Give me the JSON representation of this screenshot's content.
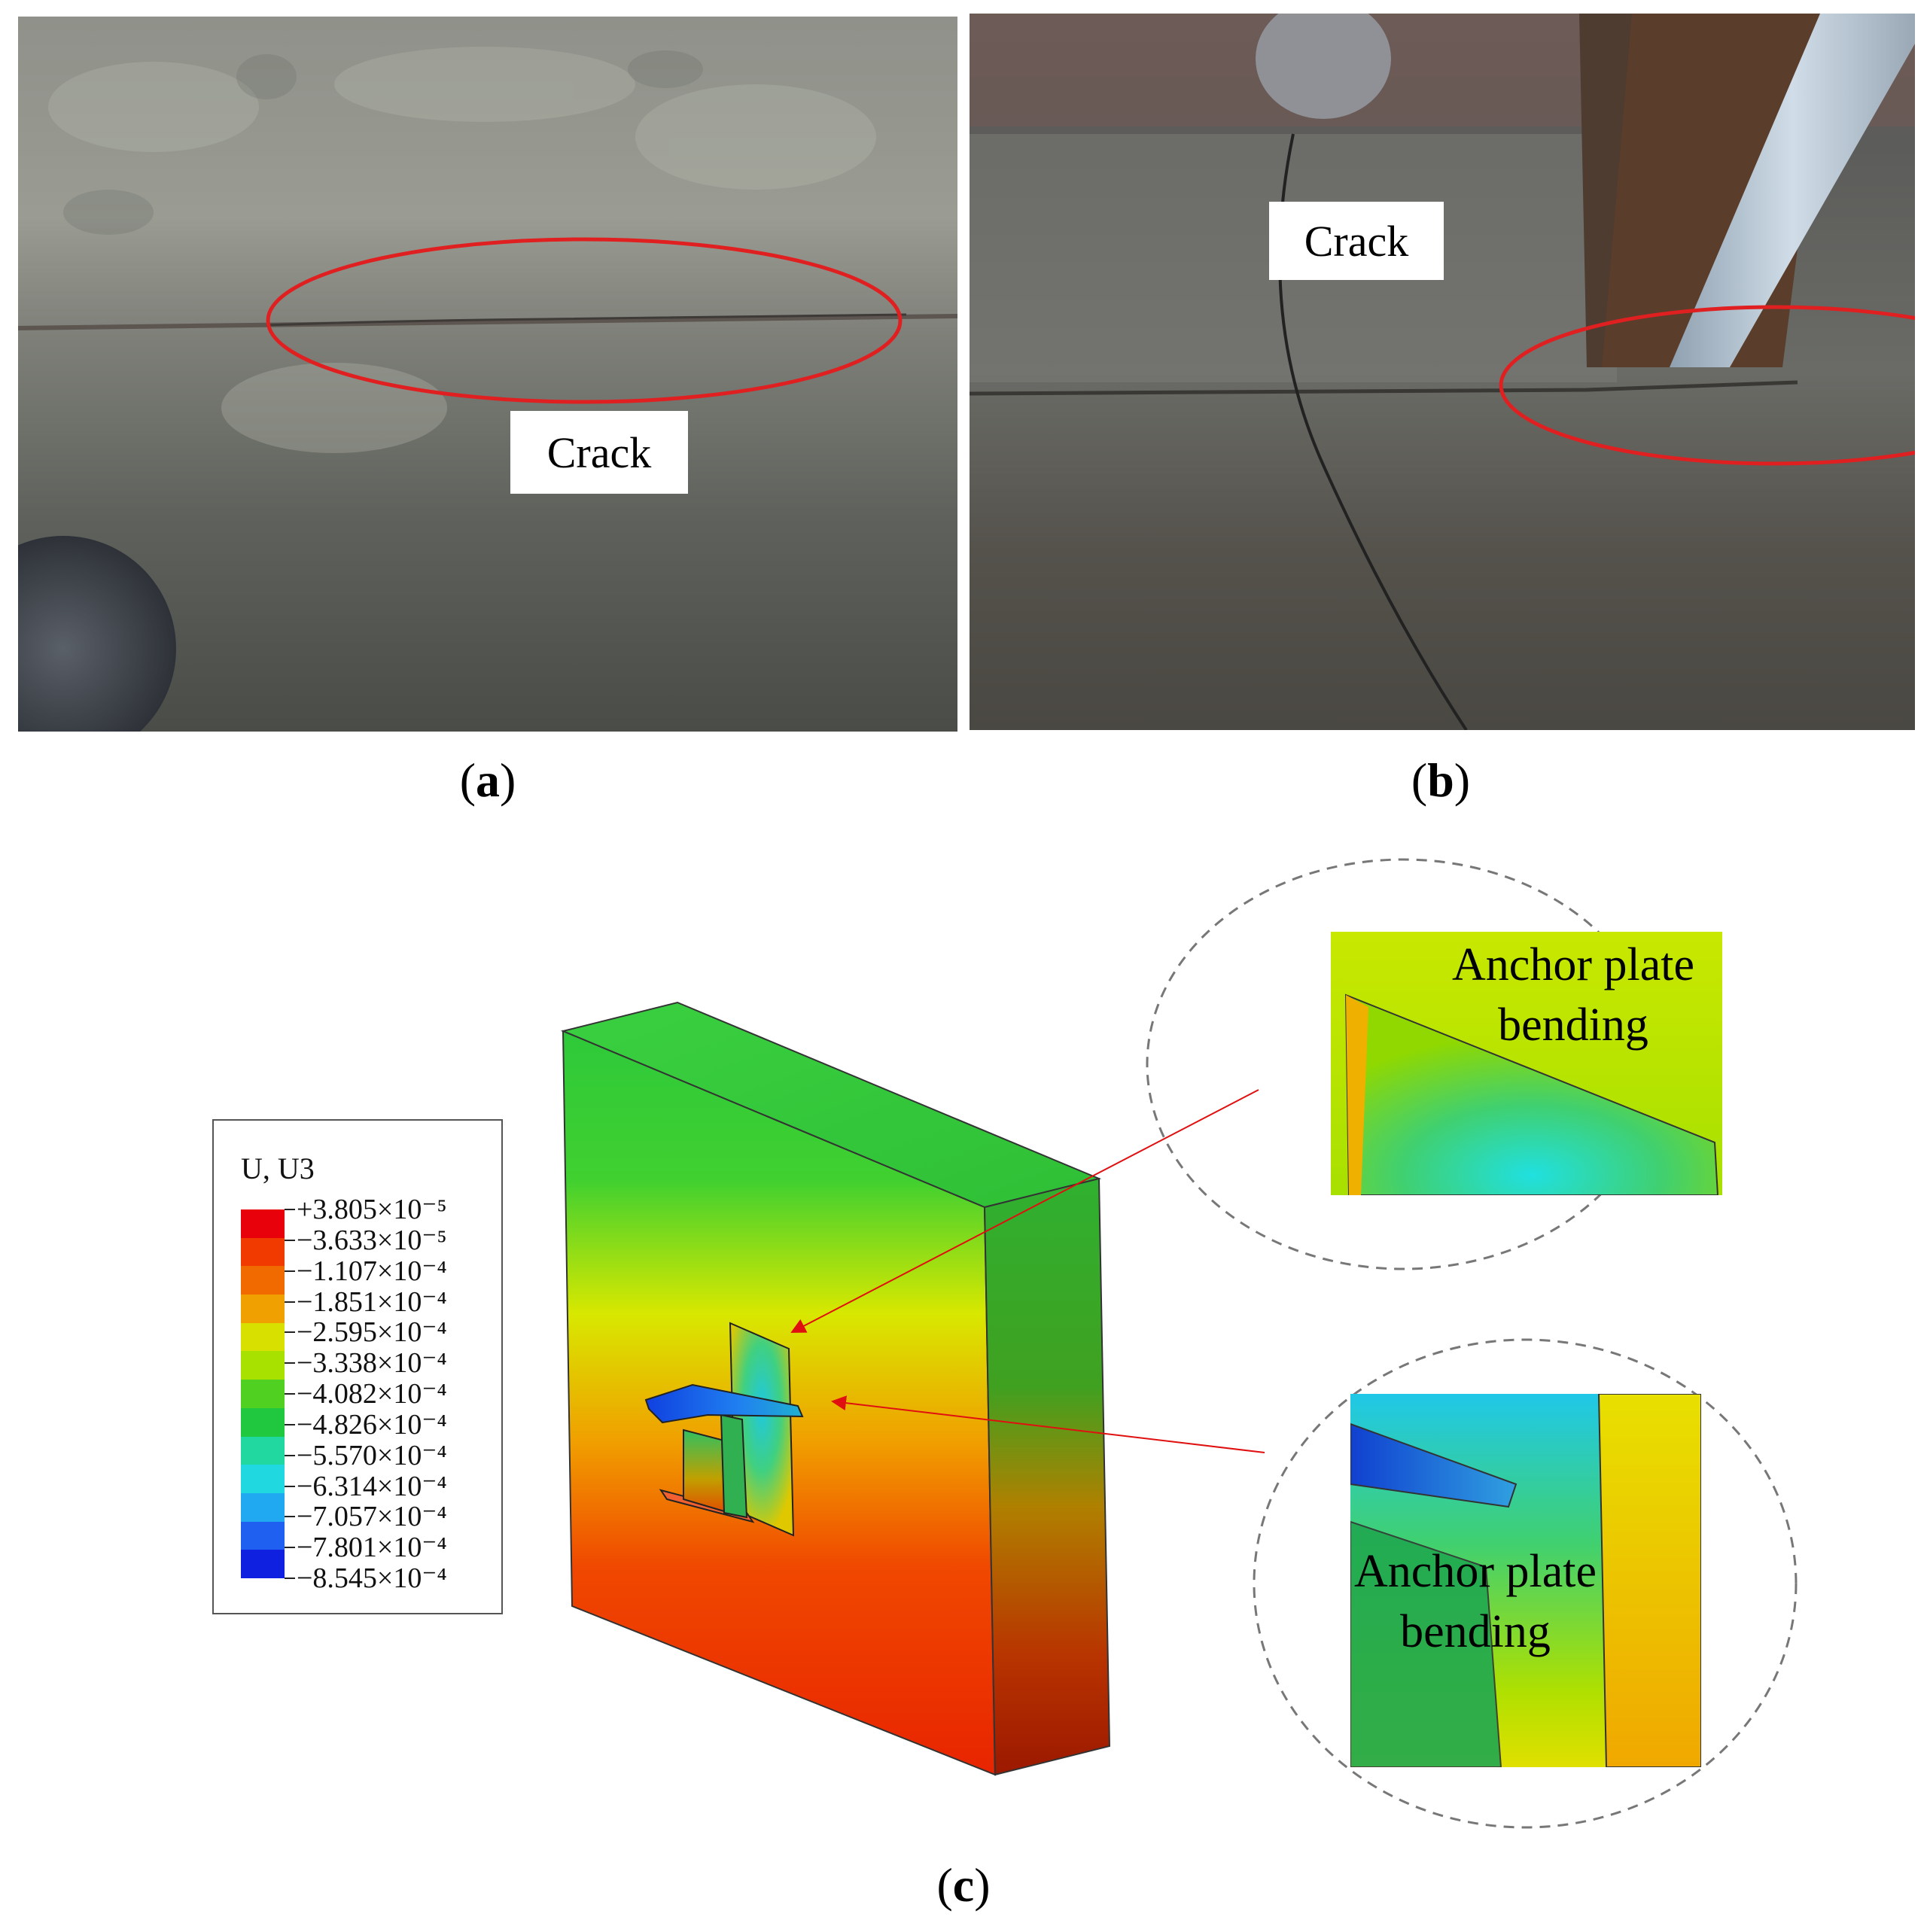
{
  "panel_a": {
    "caption_letter": "a",
    "crack_label": "Crack"
  },
  "panel_b": {
    "caption_letter": "b",
    "crack_label": "Crack"
  },
  "panel_c": {
    "caption_letter": "c",
    "legend": {
      "title": "U, U3",
      "entries": [
        "+3.805×10⁻⁵",
        "−3.633×10⁻⁵",
        "−1.107×10⁻⁴",
        "−1.851×10⁻⁴",
        "−2.595×10⁻⁴",
        "−3.338×10⁻⁴",
        "−4.082×10⁻⁴",
        "−4.826×10⁻⁴",
        "−5.570×10⁻⁴",
        "−6.314×10⁻⁴",
        "−7.057×10⁻⁴",
        "−7.801×10⁻⁴",
        "−8.545×10⁻⁴"
      ],
      "colors": [
        "#e8000b",
        "#f03a00",
        "#f06a00",
        "#f0a000",
        "#d8e000",
        "#a8e000",
        "#50d020",
        "#20c840",
        "#20d8a0",
        "#20d8e0",
        "#20a8f0",
        "#2060f0",
        "#1020e0"
      ]
    },
    "zoom_top_label_line1": "Anchor plate",
    "zoom_top_label_line2": "bending",
    "zoom_bottom_label_line1": "Anchor plate",
    "zoom_bottom_label_line2": "bending"
  },
  "colors": {
    "ellipse_red": "#e02020",
    "arrow_red": "#e01010"
  }
}
